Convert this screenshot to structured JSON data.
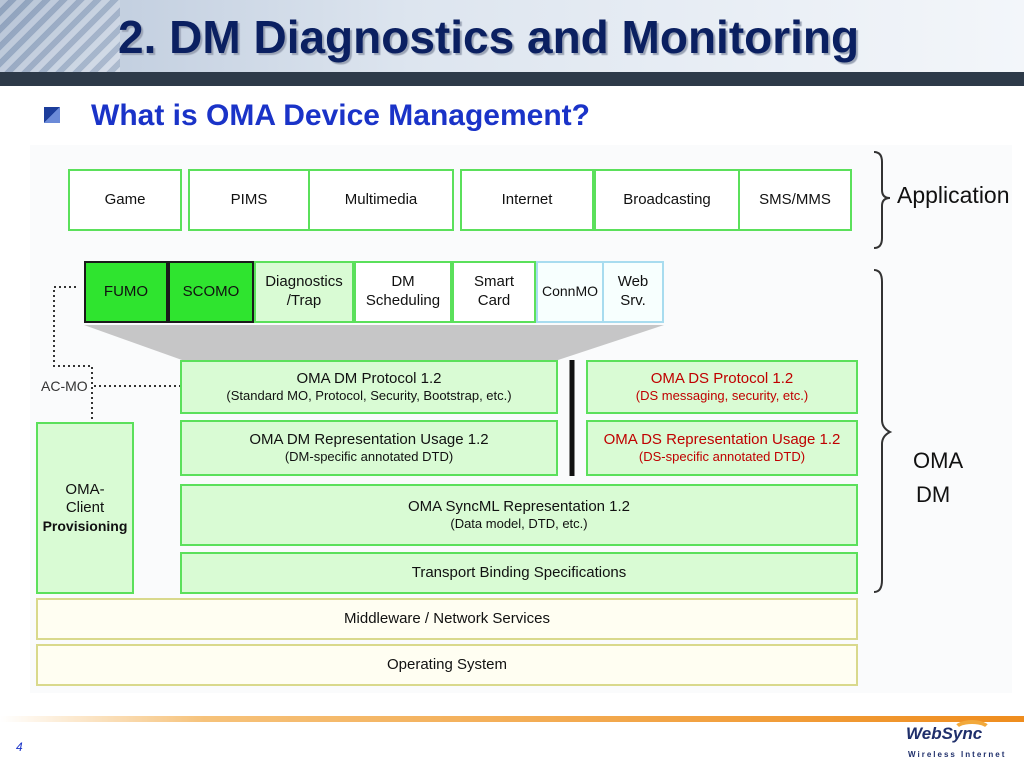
{
  "header": {
    "title_number": "2.",
    "title": "DM Diagnostics and Monitoring",
    "bullet": "What is OMA Device Management?"
  },
  "diagram": {
    "applications": [
      "Game",
      "PIMS",
      "Multimedia",
      "Internet",
      "Broadcasting",
      "SMS/MMS"
    ],
    "mos": [
      {
        "line1": "FUMO",
        "line2": ""
      },
      {
        "line1": "SCOMO",
        "line2": ""
      },
      {
        "line1": "Diagnostics",
        "line2": "/Trap"
      },
      {
        "line1": "DM",
        "line2": "Scheduling"
      },
      {
        "line1": "Smart",
        "line2": "Card"
      },
      {
        "line1": "ConnMO",
        "line2": ""
      },
      {
        "line1": "Web",
        "line2": "Srv."
      }
    ],
    "ac_mo": "AC-MO",
    "oma_dm_protocol": {
      "title": "OMA DM Protocol 1.2",
      "sub": "(Standard MO, Protocol, Security, Bootstrap, etc.)"
    },
    "oma_ds_protocol": {
      "title": "OMA DS Protocol 1.2",
      "sub": "(DS messaging, security, etc.)"
    },
    "oma_dm_repr": {
      "title": "OMA DM Representation Usage 1.2",
      "sub": "(DM-specific annotated DTD)"
    },
    "oma_ds_repr": {
      "title": "OMA DS Representation Usage 1.2",
      "sub": "(DS-specific annotated DTD)"
    },
    "client_prov": {
      "line1": "OMA-",
      "line2": "Client",
      "line3": "Provisioning"
    },
    "syncml": {
      "title": "OMA SyncML Representation 1.2",
      "sub": "(Data model, DTD, etc.)"
    },
    "transport": "Transport Binding Specifications",
    "middleware": "Middleware / Network Services",
    "os": "Operating System",
    "label_application": "Application",
    "label_oma": "OMA",
    "label_dm": "DM"
  },
  "footer": {
    "page": "4",
    "logo": "WebSync",
    "logo_tag": "Wireless Internet"
  },
  "colors": {
    "title": "#0b2061",
    "bullet": "#1a33c8",
    "box_border": "#5be05b",
    "box_fill": "#d9fbd4",
    "mo_bright": "#2fe42f",
    "ds_text": "#c00000",
    "footer_accent": "#ef8d1e"
  }
}
